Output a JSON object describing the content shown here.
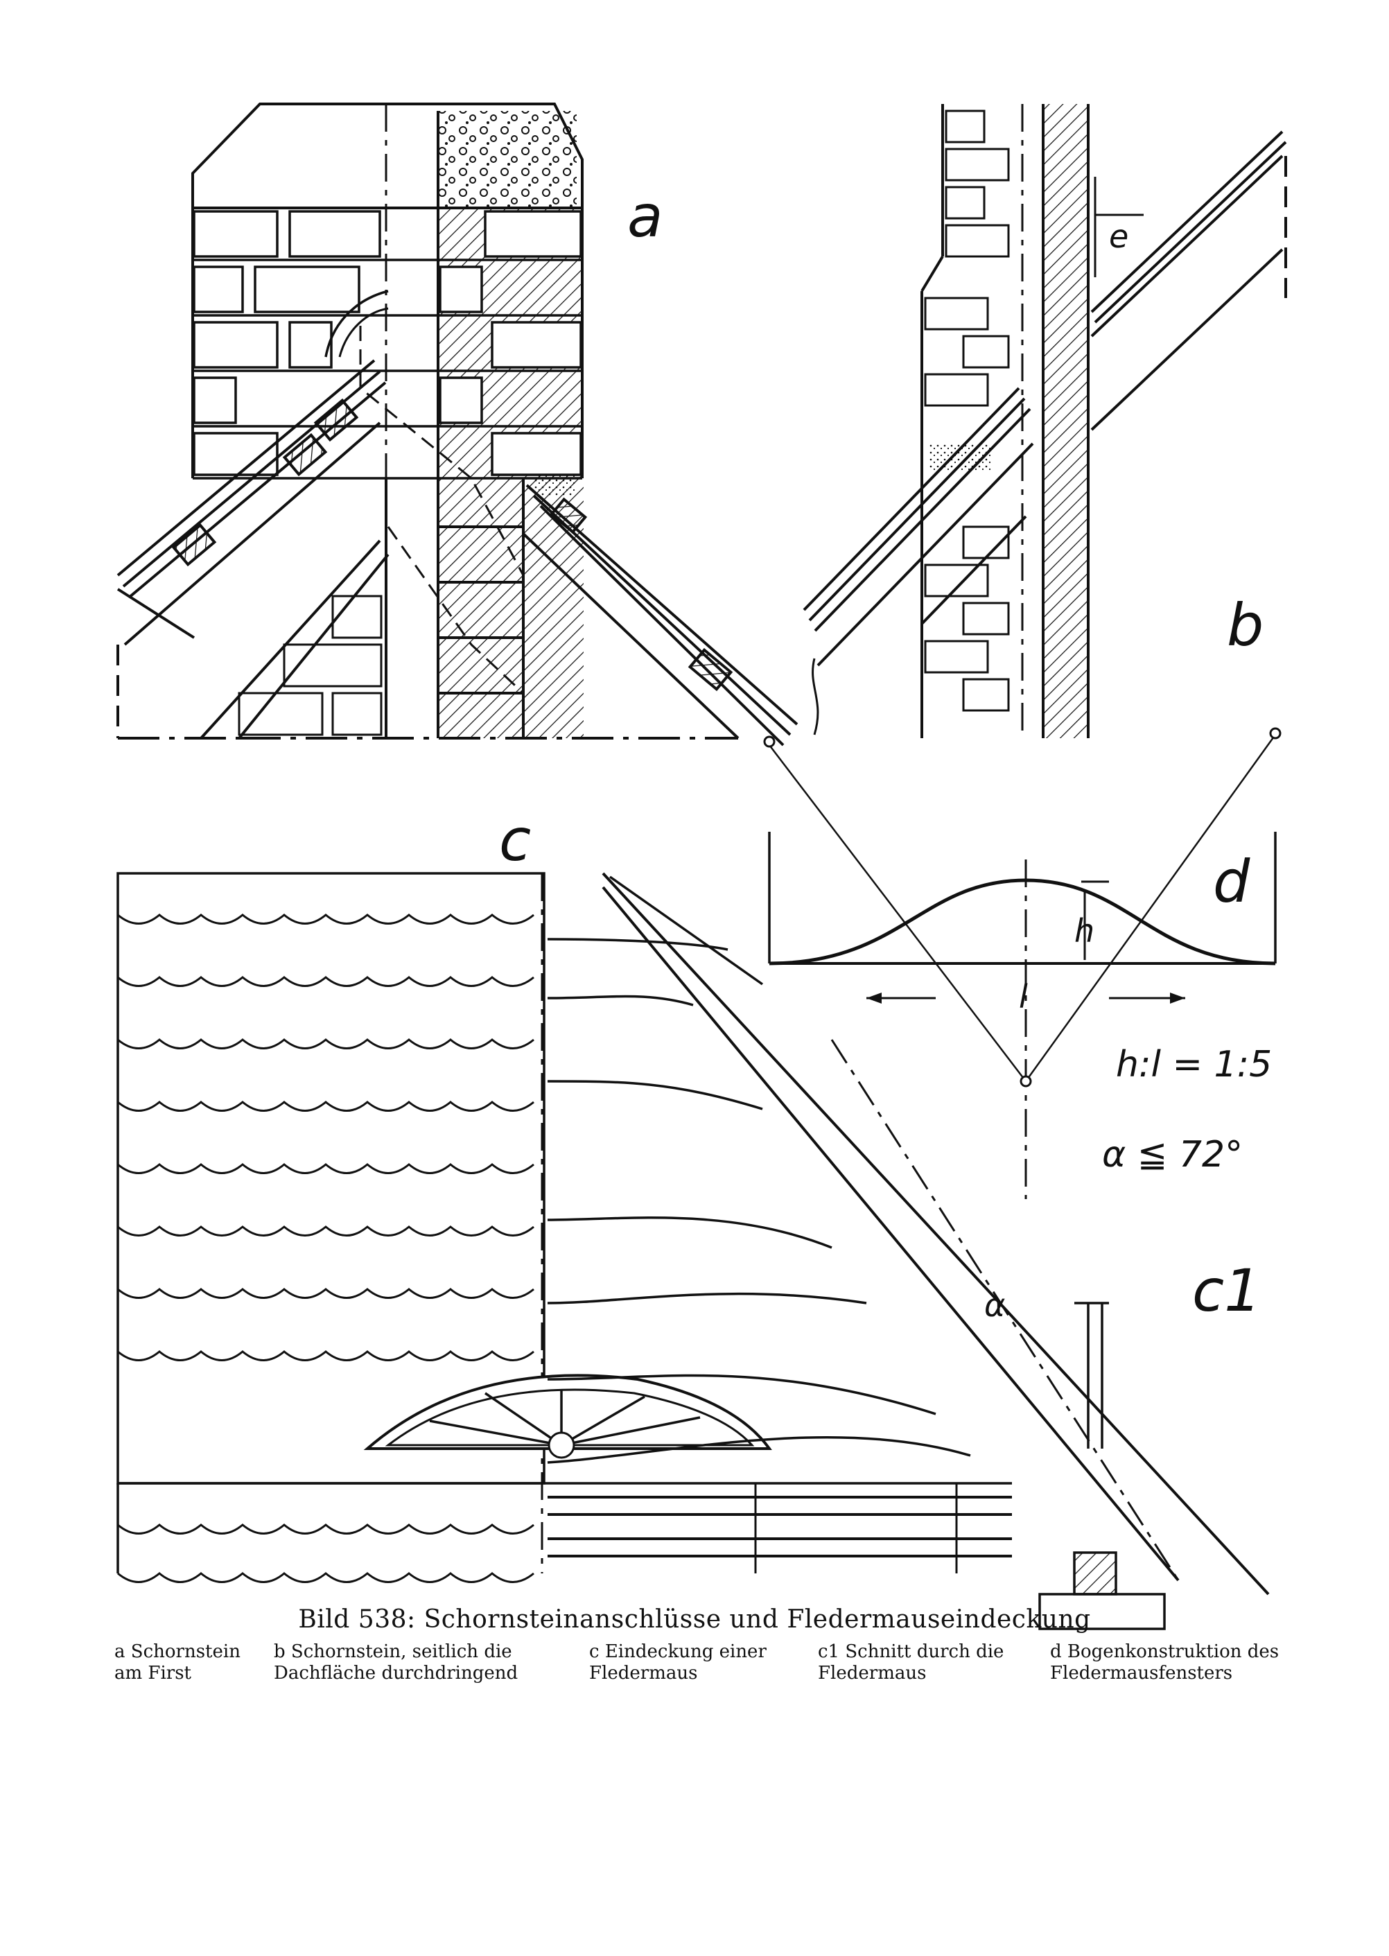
{
  "figure": {
    "labels": {
      "a": "a",
      "b": "b",
      "c": "c",
      "c1": "c1",
      "d": "d",
      "e": "e",
      "h": "h",
      "l": "l",
      "alpha": "α"
    },
    "formulas": {
      "ratio": "h:l = 1:5",
      "angle": "α ≦ 72°"
    }
  },
  "caption": {
    "title": "Bild 538: Schornsteinanschlüsse und Fledermauseindeckung",
    "legend": [
      {
        "key": "a",
        "text": "a Schornstein\nam First"
      },
      {
        "key": "b",
        "text": "b Schornstein, seitlich die\nDachfläche durchdringend"
      },
      {
        "key": "c",
        "text": "c Eindeckung einer\nFledermaus"
      },
      {
        "key": "c1",
        "text": "c1 Schnitt durch die\nFledermaus"
      },
      {
        "key": "d",
        "text": "d Bogenkonstruktion des\nFledermausfensters"
      }
    ]
  }
}
